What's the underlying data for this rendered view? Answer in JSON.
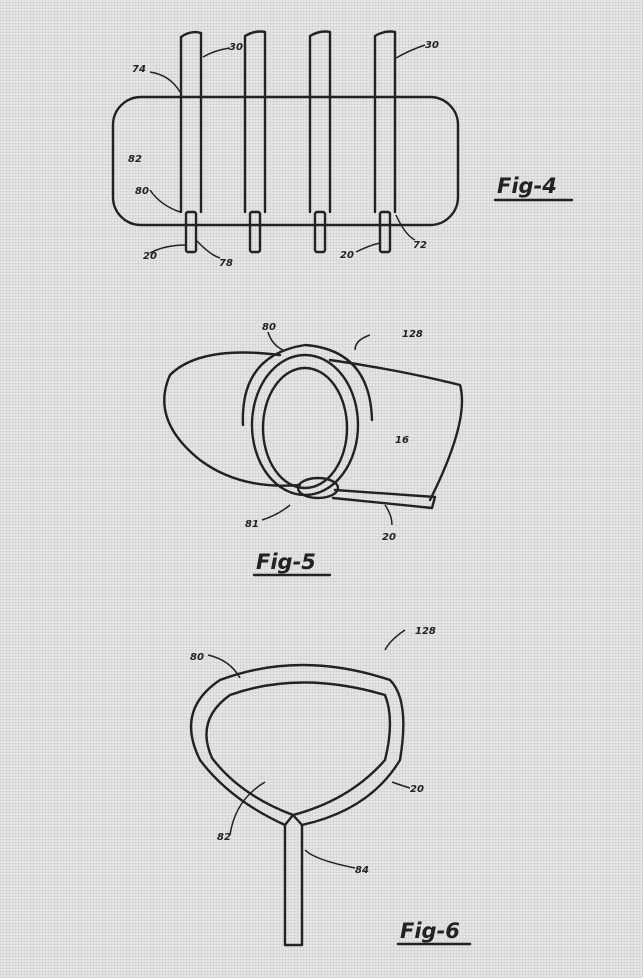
{
  "figures": [
    {
      "title": "Fig-4",
      "labels": {
        "a": "74",
        "b": "30",
        "c": "30",
        "d": "82",
        "e": "80",
        "f": "20",
        "g": "78",
        "h": "20",
        "i": "72"
      }
    },
    {
      "title": "Fig-5",
      "labels": {
        "a": "80",
        "b": "128",
        "c": "16",
        "d": "81",
        "e": "20"
      }
    },
    {
      "title": "Fig-6",
      "labels": {
        "a": "128",
        "b": "80",
        "c": "20",
        "d": "82",
        "e": "84"
      }
    }
  ]
}
